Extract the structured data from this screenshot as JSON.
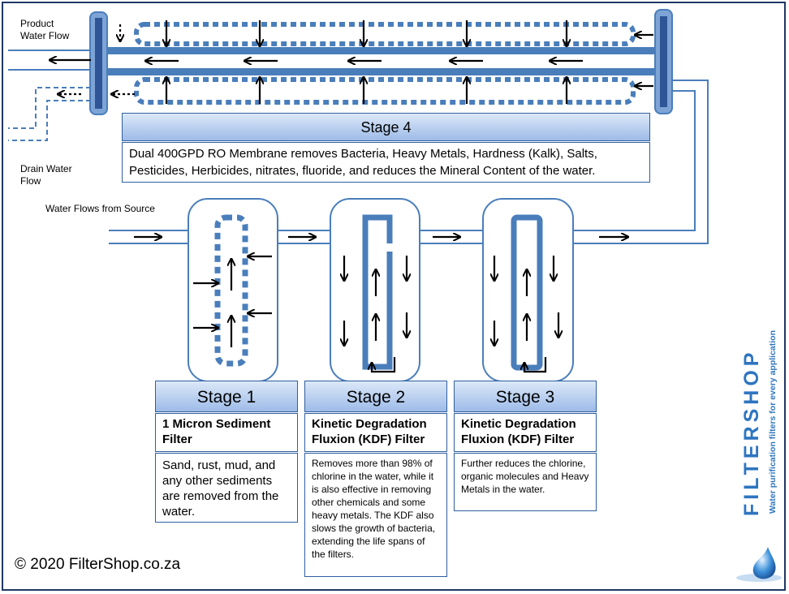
{
  "labels": {
    "product_water_flow": [
      "Product",
      "Water Flow"
    ],
    "drain_water_flow": [
      "Drain Water",
      "Flow"
    ],
    "water_flows_from_source": "Water Flows from Source"
  },
  "stage4": {
    "title": "Stage 4",
    "description": "Dual 400GPD RO Membrane removes Bacteria, Heavy Metals, Hardness (Kalk), Salts, Pesticides, Herbicides, nitrates, fluoride, and reduces the Mineral Content of the water."
  },
  "stages": [
    {
      "title": "Stage 1",
      "subtitle": "1 Micron Sediment Filter",
      "description": "Sand, rust, mud, and any other sediments are removed from the water."
    },
    {
      "title": "Stage 2",
      "subtitle": "Kinetic Degradation Fluxion (KDF) Filter",
      "description": "Removes more than 98% of chlorine in the water, while it is also effective in removing other chemicals and some heavy metals. The KDF also slows the growth of bacteria, extending the life spans of the filters."
    },
    {
      "title": "Stage 3",
      "subtitle": "Kinetic Degradation Fluxion (KDF) Filter",
      "description": "Further reduces the chlorine, organic molecules and Heavy Metals in the water."
    }
  ],
  "copyright": "© 2020 FilterShop.co.za",
  "brand": {
    "name": "FILTERSHOP",
    "tagline": "Water purification filters for every application",
    "color": "#2e75c0"
  },
  "colors": {
    "pipe": "#4a7ebb",
    "pipe_dark": "#2f5597",
    "frame": "#1f3864"
  }
}
